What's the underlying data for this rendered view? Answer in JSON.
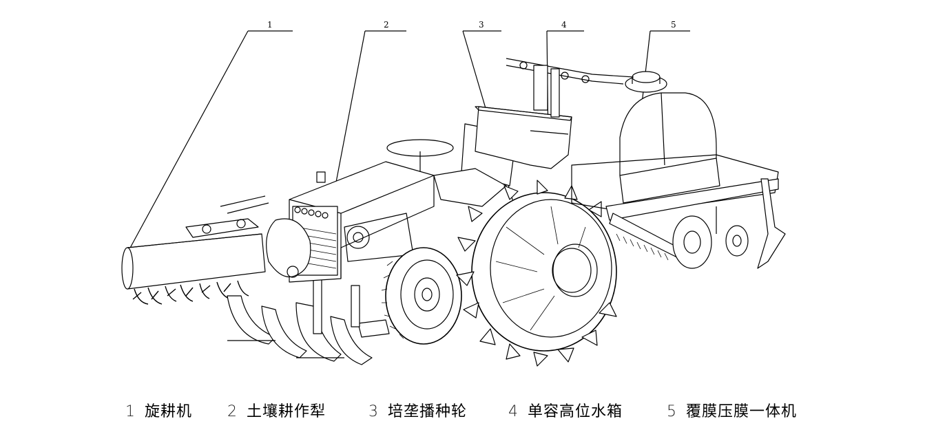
{
  "diagram": {
    "callouts": [
      {
        "number": "1"
      },
      {
        "number": "2"
      },
      {
        "number": "3"
      },
      {
        "number": "4"
      },
      {
        "number": "5"
      }
    ]
  },
  "legend": {
    "items": [
      {
        "number": "1",
        "label": "旋耕机"
      },
      {
        "number": "2",
        "label": "土壤耕作犁"
      },
      {
        "number": "3",
        "label": "培垄播种轮"
      },
      {
        "number": "4",
        "label": "单容高位水箱"
      },
      {
        "number": "5",
        "label": "覆膜压膜一体机"
      }
    ]
  }
}
